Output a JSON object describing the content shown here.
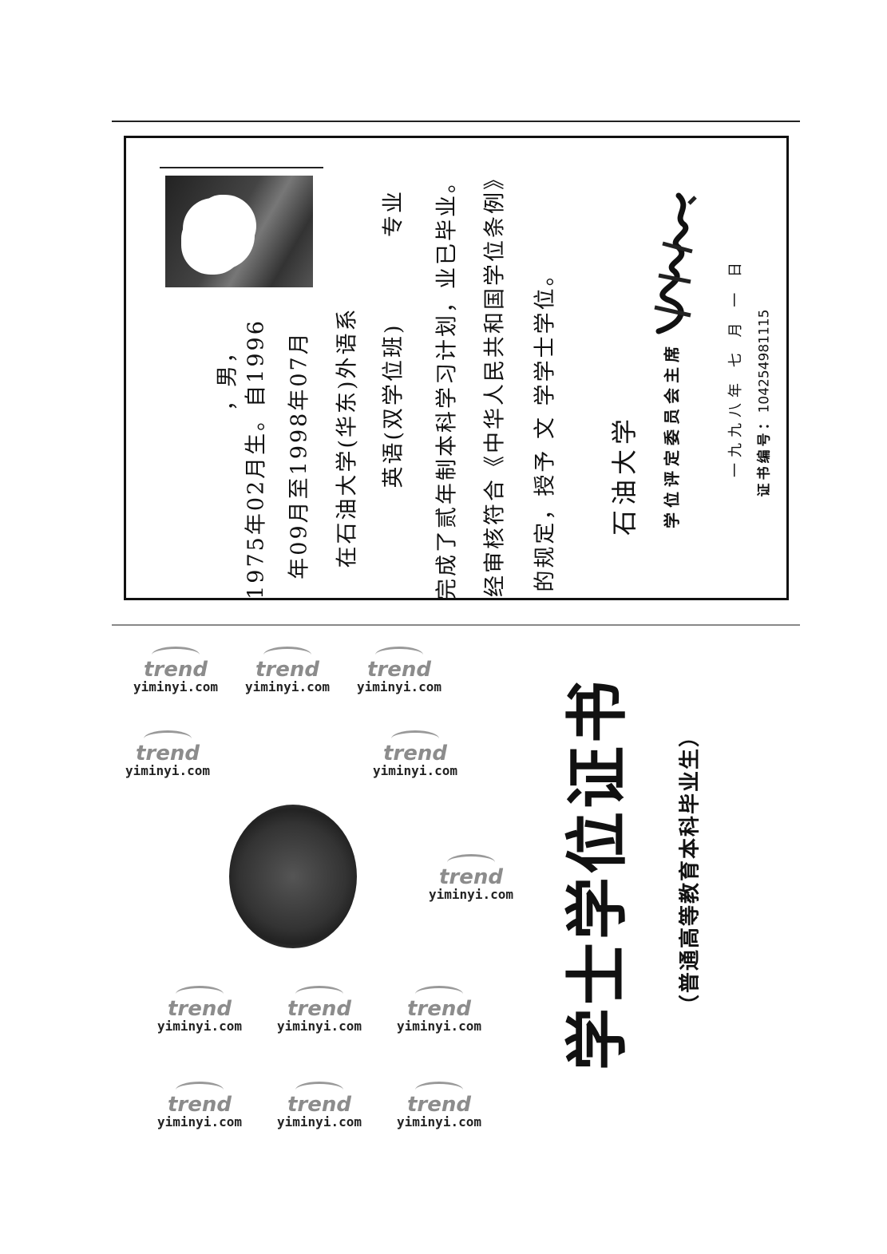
{
  "certificate": {
    "name_line": "，男，",
    "line_birth": "1975年02月生。自1996",
    "line_period": "年09月至1998年07月",
    "line_school": "在石油大学(华东)外语系",
    "line_major": "英语(双学位班)",
    "line_major_suffix": "专业",
    "line_complete": "完成了贰年制本科学习计划，业已毕业。",
    "line_review": "经审核符合《中华人民共和国学位条例》",
    "line_award": "的规定，授予 文 学学士学位。",
    "university": "石油大学",
    "committee": "学位评定委员会主席",
    "date": "一九九八年 七 月 一 日",
    "cert_number_label": "证书编号：",
    "cert_number": "104254981115"
  },
  "cover": {
    "title": "学士学位证书",
    "subtitle": "（普通高等教育本科毕业生）"
  },
  "watermark": {
    "brand": "trend",
    "site": "yiminyi.com"
  }
}
